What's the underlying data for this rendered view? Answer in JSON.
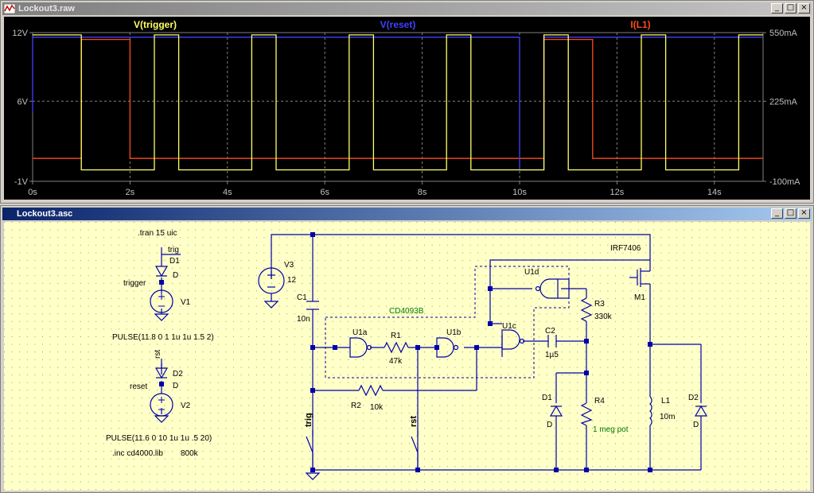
{
  "waveform_window": {
    "title": "Lockout3.raw",
    "controls": [
      "_",
      "□",
      "×"
    ],
    "traces": [
      {
        "name": "V(trigger)",
        "color": "#ffff66"
      },
      {
        "name": "V(reset)",
        "color": "#4040ff"
      },
      {
        "name": "I(L1)",
        "color": "#ff4a1a"
      }
    ],
    "left_axis": [
      "12V",
      "6V",
      "-1V"
    ],
    "right_axis": [
      "550mA",
      "225mA",
      "-100mA"
    ],
    "x_ticks": [
      "0s",
      "2s",
      "4s",
      "6s",
      "8s",
      "10s",
      "12s",
      "14s"
    ]
  },
  "chart_data": {
    "type": "line",
    "xlabel": "",
    "xlim": [
      0,
      15
    ],
    "ylim_left": [
      -1,
      12
    ],
    "ylim_right": [
      -100,
      550
    ],
    "grid": true,
    "series": [
      {
        "name": "V(trigger)",
        "axis": "left",
        "x": [
          0,
          1,
          1,
          2,
          2,
          2.5,
          2.5,
          3,
          3,
          4.5,
          4.5,
          5,
          5,
          6.5,
          6.5,
          7,
          7,
          8.5,
          8.5,
          9,
          9,
          10.5,
          10.5,
          11,
          11,
          12.5,
          12.5,
          13,
          13,
          14.5,
          14.5,
          15
        ],
        "values": [
          11.8,
          11.8,
          0,
          0,
          0,
          0,
          11.8,
          11.8,
          0,
          0,
          11.8,
          11.8,
          0,
          0,
          11.8,
          11.8,
          0,
          0,
          11.8,
          11.8,
          0,
          0,
          11.8,
          11.8,
          0,
          0,
          11.8,
          11.8,
          0,
          0,
          11.8,
          11.8
        ]
      },
      {
        "name": "V(reset)",
        "axis": "left",
        "x": [
          0,
          0,
          10,
          10,
          10.5,
          10.5,
          15
        ],
        "values": [
          5,
          11.6,
          11.6,
          0,
          0,
          11.6,
          11.6
        ]
      },
      {
        "name": "I(L1)",
        "axis": "right",
        "unit": "mA",
        "x": [
          0,
          1,
          1,
          2,
          2,
          10.5,
          10.5,
          11.5,
          11.5,
          15
        ],
        "values": [
          0,
          0,
          520,
          520,
          0,
          0,
          520,
          520,
          0,
          0
        ]
      }
    ]
  },
  "schematic_window": {
    "title": "Lockout3.asc",
    "controls": [
      "_",
      "□",
      "×"
    ],
    "labels": {
      "tran": ".tran 15 uic",
      "trig_net": "trig",
      "d1": "D1",
      "d1_model": "D",
      "trigger_net": "trigger",
      "v1": "V1",
      "pulse1": "PULSE(11.8 0 1 1u 1u 1.5 2)",
      "rst_net": "rst",
      "d2": "D2",
      "d2_model": "D",
      "reset_net": "reset",
      "v2": "V2",
      "pulse2": "PULSE(11.6 0 10 1u 1u .5 20)",
      "inc": ".inc cd4000.lib",
      "k800": "800k",
      "v3": "V3",
      "v3_val": "12",
      "c1": "C1",
      "c1_val": "10n",
      "cd4093b": "CD4093B",
      "u1a": "U1a",
      "r1": "R1",
      "r1_val": "47k",
      "u1b": "U1b",
      "u1c": "U1c",
      "u1d": "U1d",
      "c2": "C2",
      "c2_val": "1µ5",
      "r3": "R3",
      "r3_val": "330k",
      "irf": "IRF7406",
      "m1": "M1",
      "r2": "R2",
      "r2_val": "10k",
      "trig_sw": "trig",
      "rst_sw": "rst",
      "d1b": "D1",
      "d1b_model": "D",
      "r4": "R4",
      "r4_val": "1 meg pot",
      "l1": "L1",
      "l1_val": "10m",
      "d2b": "D2",
      "d2b_model": "D"
    }
  }
}
